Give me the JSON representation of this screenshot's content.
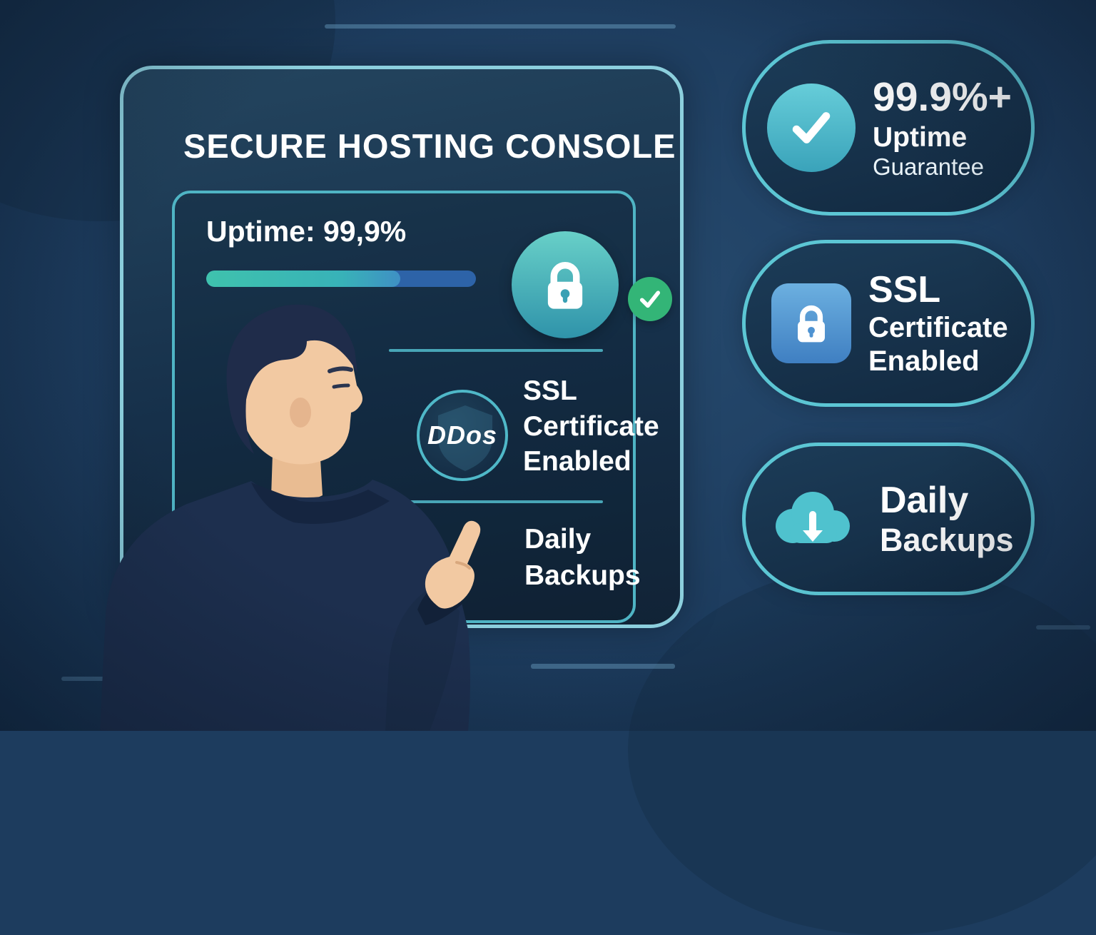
{
  "console": {
    "title": "SECURE HOSTING CONSOLE",
    "uptime_label": "Uptime: 99,9%",
    "progress_percent": 72,
    "ddos_label": "DDos",
    "ssl": {
      "line1": "SSL",
      "line2": "Certificate",
      "line3": "Enabled"
    },
    "backups": {
      "line1": "Daily",
      "line2": "Backups"
    }
  },
  "badges": [
    {
      "big": "99.9%+",
      "line1": "Uptime",
      "line2": "Guarantee"
    },
    {
      "big": "SSL",
      "line1": "Certificate",
      "line2": "Enabled"
    },
    {
      "big": "Daily",
      "line1": "Backups"
    }
  ],
  "colors": {
    "background": "#1d3c5e",
    "panel_border": "#8ccfdd",
    "accent_teal": "#4fb8c8",
    "progress_teal": "#3fc2ad",
    "progress_blue": "#2d63a8",
    "check_green": "#33b577",
    "badge_border": "#5cc6d4",
    "lock_blue": "#4f93d2"
  }
}
